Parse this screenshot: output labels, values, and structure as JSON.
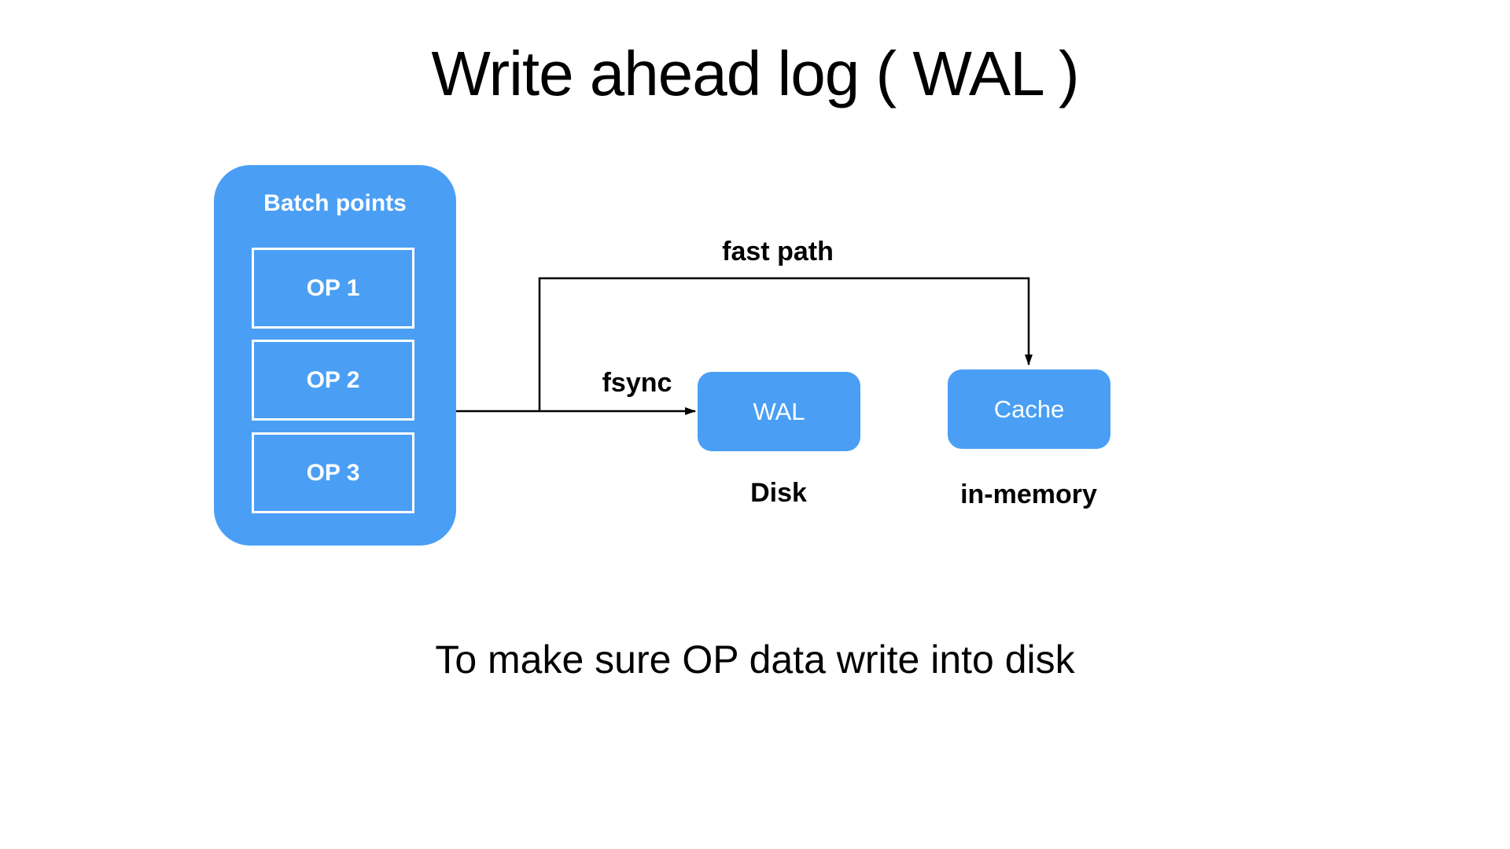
{
  "title": "Write ahead log ( WAL )",
  "subtitle": "To make sure OP data write into disk",
  "colors": {
    "accent_blue": "#4A9FF5",
    "line_black": "#000000",
    "text_white": "#FFFFFF"
  },
  "batch": {
    "label": "Batch points",
    "ops": [
      "OP 1",
      "OP 2",
      "OP 3"
    ]
  },
  "nodes": {
    "wal": {
      "label": "WAL",
      "sublabel": "Disk"
    },
    "cache": {
      "label": "Cache",
      "sublabel": "in-memory"
    }
  },
  "edges": {
    "fsync_label": "fsync",
    "fast_path_label": "fast path"
  }
}
